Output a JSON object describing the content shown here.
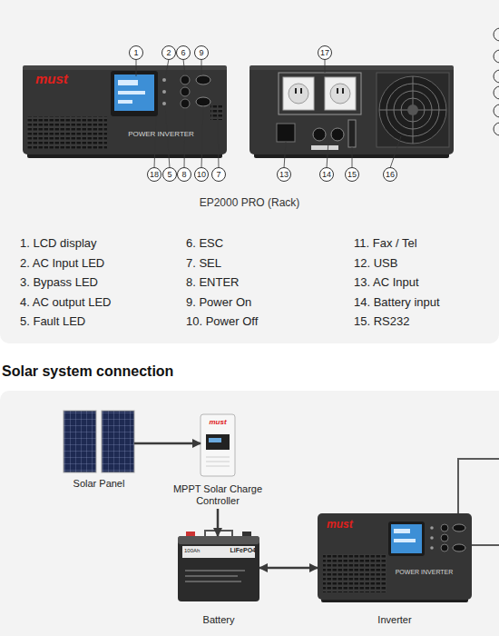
{
  "diagram": {
    "title": "Solar system connection",
    "nodes": [
      {
        "text": [
          "must",
          "POWER INVERTER"
        ]
      },
      {
        "text": [
          "Solar Panel"
        ]
      },
      {
        "text": [
          "must",
          "MPPT Solar Charge Controller"
        ]
      },
      {
        "text": [
          "100Ah",
          "LiFePO4",
          "Battery"
        ]
      },
      {
        "text": [
          "must",
          "POWER INVERTER",
          "Inverter"
        ]
      }
    ],
    "edges": [
      {
        "from": 1,
        "to": 2,
        "arrow": "to"
      },
      {
        "from": 2,
        "to": 3,
        "arrow": "to"
      },
      {
        "from": 3,
        "to": 4,
        "arrow": "both"
      }
    ],
    "labels": [
      "1",
      "2",
      "6",
      "9",
      "17",
      "18",
      "5",
      "8",
      "10",
      "7",
      "13",
      "14",
      "15",
      "16",
      "EP2000 PRO (Rack)",
      "1. LCD display",
      "2. AC Input LED",
      "3. Bypass LED",
      "4. AC output LED",
      "5. Fault LED",
      "6. ESC",
      "7. SEL",
      "8. ENTER",
      "9. Power On",
      "10. Power Off",
      "11. Fax / Tel",
      "12. USB",
      "13. AC Input",
      "14. Battery input",
      "15. RS232"
    ]
  }
}
